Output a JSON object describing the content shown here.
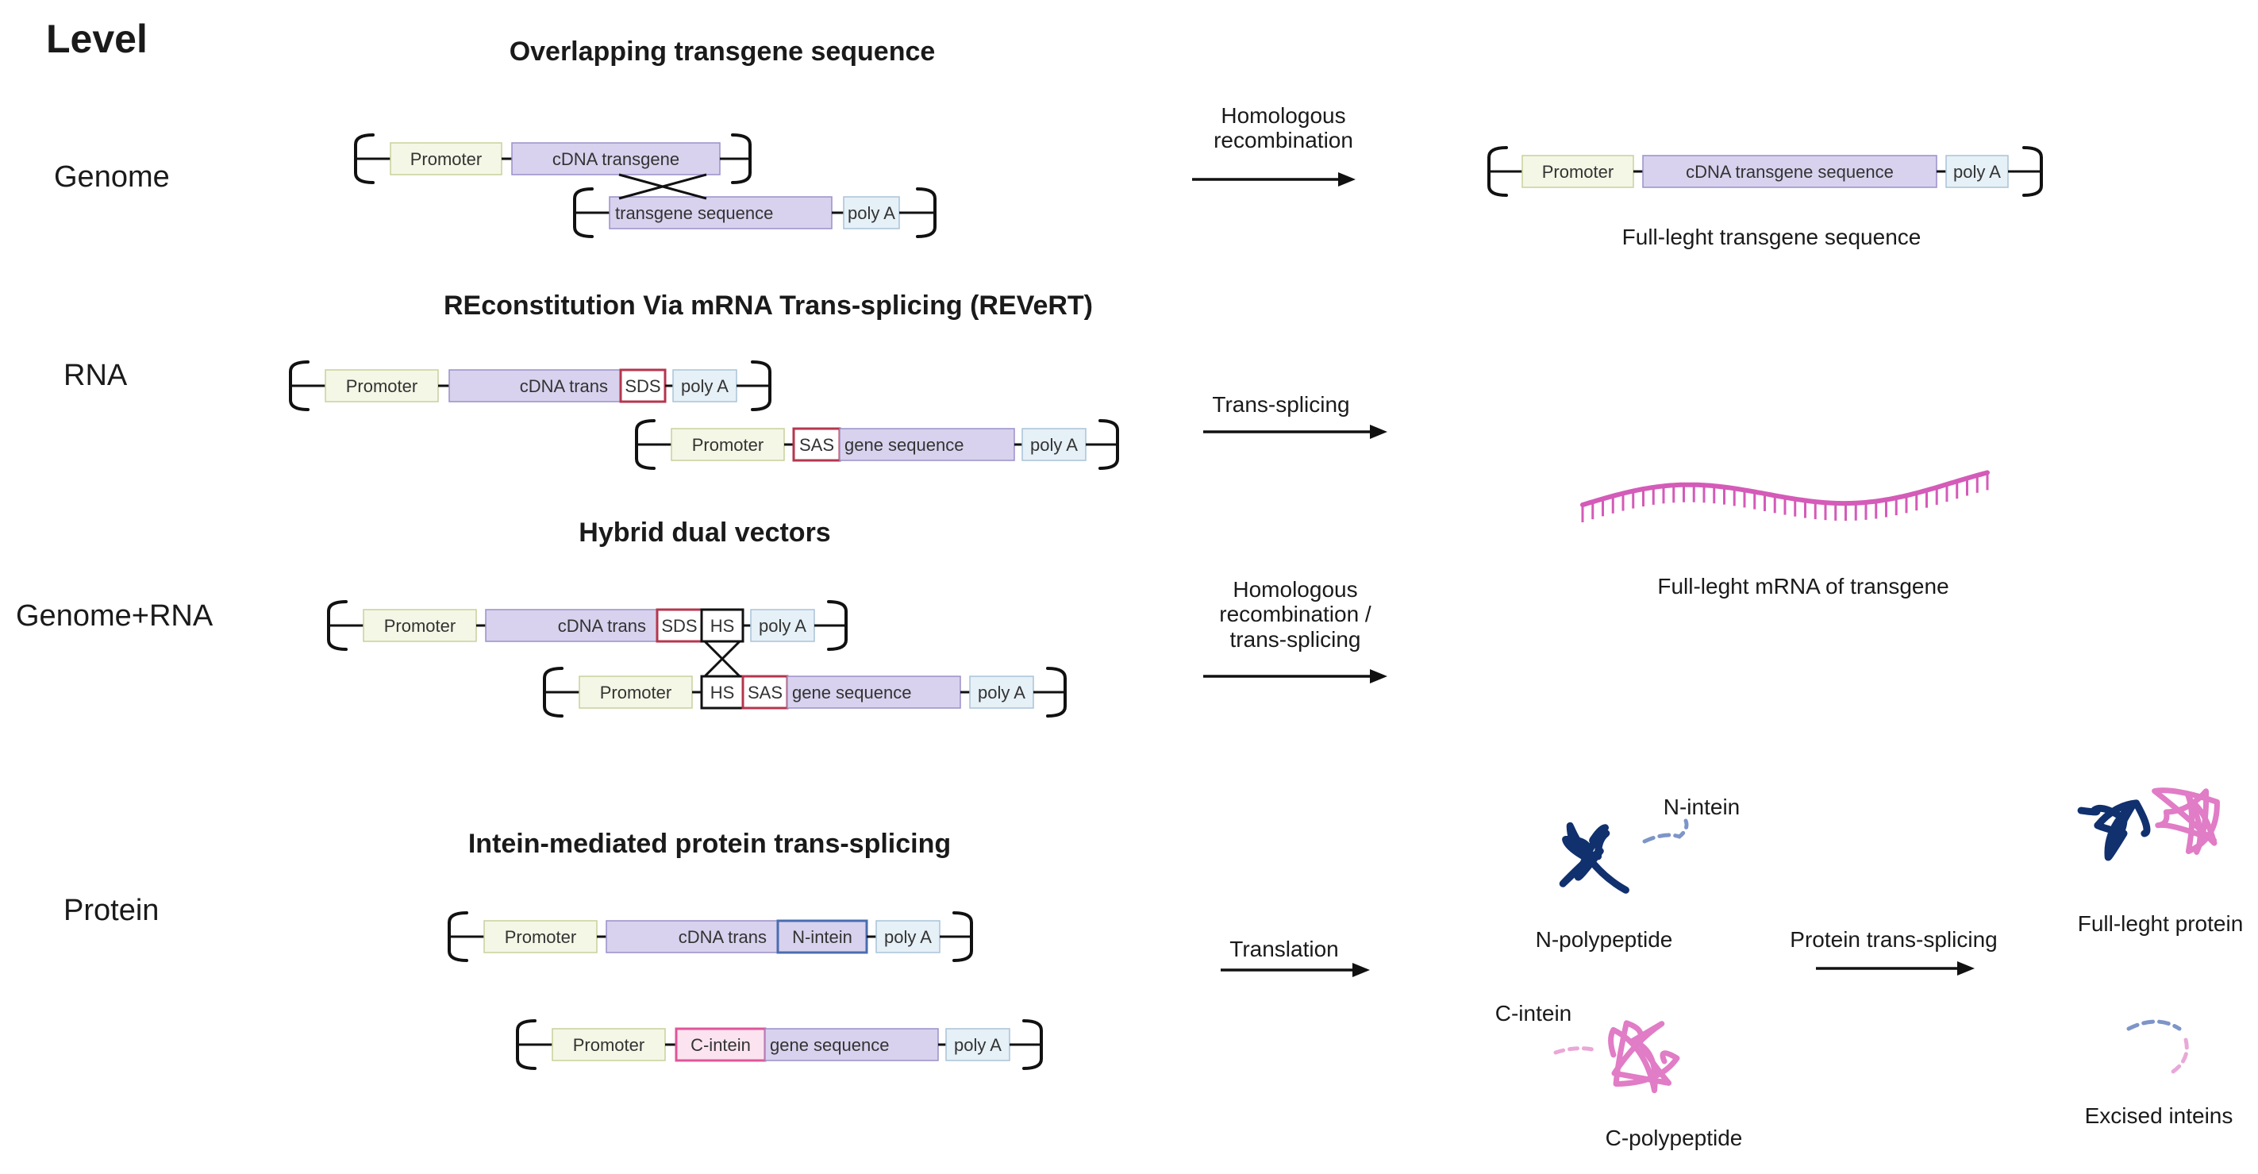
{
  "header": {
    "level_title": "Level"
  },
  "levels": {
    "genome": "Genome",
    "rna": "RNA",
    "genome_rna": "Genome+RNA",
    "protein": "Protein"
  },
  "sections": {
    "overlapping": "Overlapping transgene sequence",
    "revert": "REconstitution Via mRNA Trans-splicing (REVeRT)",
    "hybrid": "Hybrid dual vectors",
    "intein": "Intein-mediated protein trans-splicing"
  },
  "steps": {
    "homologous_recombination": "Homologous recombination",
    "trans_splicing": "Trans-splicing",
    "hybrid_step": "Homologous recombination / trans-splicing",
    "translation": "Translation",
    "protein_trans_splicing": "Protein trans-splicing"
  },
  "results": {
    "full_transgene": "Full-leght transgene sequence",
    "full_mrna": "Full-leght mRNA of transgene",
    "n_intein": "N-intein",
    "n_polypeptide": "N-polypeptide",
    "c_intein": "C-intein",
    "c_polypeptide": "C-polypeptide",
    "full_protein": "Full-leght protein",
    "excised_inteins": "Excised inteins"
  },
  "elements": {
    "promoter": "Promoter",
    "cdna_transgene": "cDNA transgene",
    "transgene_sequence": "transgene sequence",
    "poly_a": "poly A",
    "cdna_transgene_sequence": "cDNA transgene sequence",
    "cdna_trans": "cDNA trans",
    "sds": "SDS",
    "sas": "SAS",
    "gene_sequence": "gene sequence",
    "hs": "HS",
    "n_intein": "N-intein",
    "c_intein": "C-intein"
  },
  "colors": {
    "promoter_fill": "#f4f7e6",
    "promoter_stroke": "#c9d19a",
    "cdna_fill": "#d8d2ee",
    "cdna_stroke": "#9a90c8",
    "polya_fill": "#e6f0f7",
    "polya_stroke": "#a9c4d8",
    "splice_stroke": "#b5364e",
    "hs_stroke": "#111111",
    "n_intein_stroke": "#4a6db0",
    "c_intein_stroke": "#e0559a",
    "c_intein_fill": "#fbe4ef",
    "mrna": "#d45bb8",
    "n_peptide": "#10306e",
    "c_peptide": "#e17cc6",
    "arrow": "#111111"
  }
}
